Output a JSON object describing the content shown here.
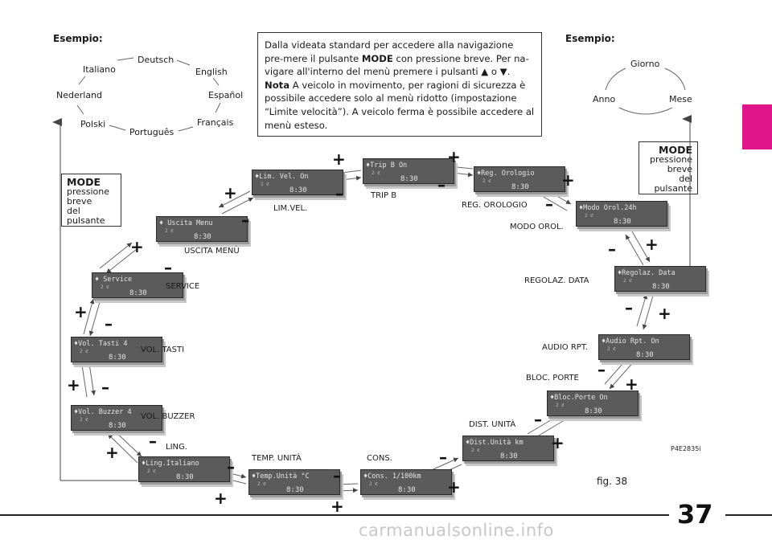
{
  "examples": {
    "left_label": "Esempio:",
    "right_label": "Esempio:",
    "languages": [
      "Deutsch",
      "English",
      "Español",
      "Français",
      "Português",
      "Polski",
      "Nederland",
      "Italiano"
    ],
    "date_items": [
      "Giorno",
      "Mese",
      "Anno"
    ]
  },
  "info_box": {
    "p1": "Dalla videata standard per accedere alla navigazione pre-mere il pulsante ",
    "p1_bold": "MODE",
    "p2": " con pressione breve. Per na-vigare all'interno del menù premere i pulsanti ▲ o ▼.",
    "nota_bold": "Nota",
    "p3": " A veicolo in movimento, per ragioni di sicurezza è possibile accedere solo al menù ridotto (impostazione “Limite velocità”). A veicolo ferma è possibile accedere al menù esteso."
  },
  "mode_left": {
    "title": "MODE",
    "l1": "pressione",
    "l2": "breve",
    "l3": "del pulsante"
  },
  "mode_right": {
    "title": "MODE",
    "l1": "pressione",
    "l2": "breve",
    "l3": "del pulsante"
  },
  "screens": [
    {
      "id": "lim",
      "display": "♦Lim. Vel.  On",
      "label": "LIM.VEL."
    },
    {
      "id": "trip",
      "display": "♦Trip B    On",
      "label": "TRIP B"
    },
    {
      "id": "reg",
      "display": "♦Reg. Orologio",
      "label": "REG. OROLOGIO"
    },
    {
      "id": "modo",
      "display": "♦Modo Orol.24h",
      "label": "MODO OROL."
    },
    {
      "id": "data",
      "display": "♦Regolaz. Data",
      "label": "REGOLAZ. DATA"
    },
    {
      "id": "audio",
      "display": "♦Audio Rpt. On",
      "label": "AUDIO RPT."
    },
    {
      "id": "bloc",
      "display": "♦Bloc.Porte On",
      "label": "BLOC. PORTE"
    },
    {
      "id": "dist",
      "display": "♦Dist.Unità km",
      "label": "DIST. UNITÀ"
    },
    {
      "id": "cons",
      "display": "♦Cons. 1/100km",
      "label": "CONS."
    },
    {
      "id": "temp",
      "display": "♦Temp.Unità °C",
      "label": "TEMP. UNITÀ"
    },
    {
      "id": "ling",
      "display": "♦Ling.Italiano",
      "label": "LING."
    },
    {
      "id": "buzz",
      "display": "♦Vol. Buzzer 4",
      "label": "VOL. BUZZER"
    },
    {
      "id": "tasti",
      "display": "♦Vol. Tasti  4",
      "label": "VOL. TASTI"
    },
    {
      "id": "serv",
      "display": "♦  Service",
      "label": "SERVICE"
    },
    {
      "id": "usc",
      "display": "♦ Uscita Menu",
      "label": "USCITA MENÙ"
    }
  ],
  "lcd_sub": "2 ⊄",
  "lcd_time": "8:30",
  "plus": "+",
  "minus": "–",
  "figure_code": "P4E2835i",
  "figure_caption": "fig. 38",
  "page_number": "37",
  "watermark": "carmanualsonline.info",
  "colors": {
    "tab": "#e0158c",
    "lcd": "#5b5b5b"
  }
}
